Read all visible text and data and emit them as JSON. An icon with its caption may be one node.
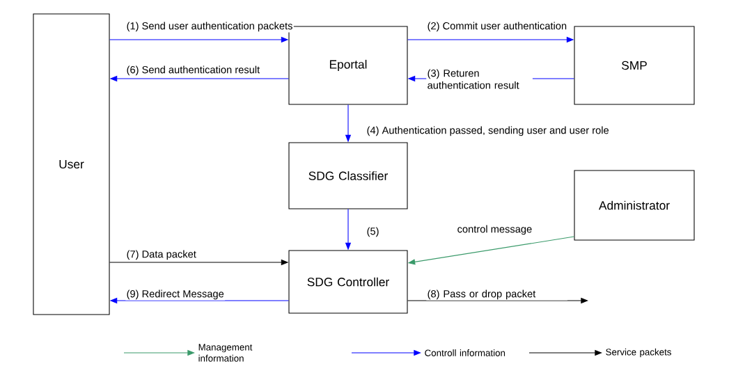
{
  "diagram": {
    "nodes": [
      {
        "text": [
          "User"
        ]
      },
      {
        "text": [
          "Eportal"
        ]
      },
      {
        "text": [
          "SMP"
        ]
      },
      {
        "text": [
          "SDG Classifier"
        ]
      },
      {
        "text": [
          "Administrator"
        ]
      },
      {
        "text": [
          "SDG Controller"
        ]
      }
    ],
    "edges": [
      {
        "from": 0,
        "to": 1,
        "arrow": "to",
        "label": "(1) Send user authentication packets"
      },
      {
        "from": 1,
        "to": 0,
        "arrow": "to",
        "label": "(6) Send authentication result"
      },
      {
        "from": 1,
        "to": 2,
        "arrow": "to",
        "label": "(2) Commit user authentication"
      },
      {
        "from": 2,
        "to": 1,
        "arrow": "to",
        "label": "(3) Returen authentication result"
      },
      {
        "from": 1,
        "to": 3,
        "arrow": "to",
        "label": "(4) Authentication passed, sending user and user role"
      },
      {
        "from": 3,
        "to": 5,
        "arrow": "to",
        "label": "(5)"
      },
      {
        "from": 4,
        "to": 5,
        "arrow": "to",
        "label": "control message",
        "color": "#3a9a6a"
      },
      {
        "from": 0,
        "to": 5,
        "arrow": "to",
        "label": "(7) Data packet",
        "color": "#000000"
      },
      {
        "from": 5,
        "to": 0,
        "arrow": "to",
        "label": "(9) Redirect Message"
      },
      {
        "from": 5,
        "to": null,
        "arrow": "to",
        "label": "(8) Pass or drop packet",
        "color": "#000000"
      }
    ],
    "legend": [
      {
        "text": "Management information"
      },
      {
        "text": "Controll information"
      },
      {
        "text": "Service packets"
      }
    ]
  }
}
